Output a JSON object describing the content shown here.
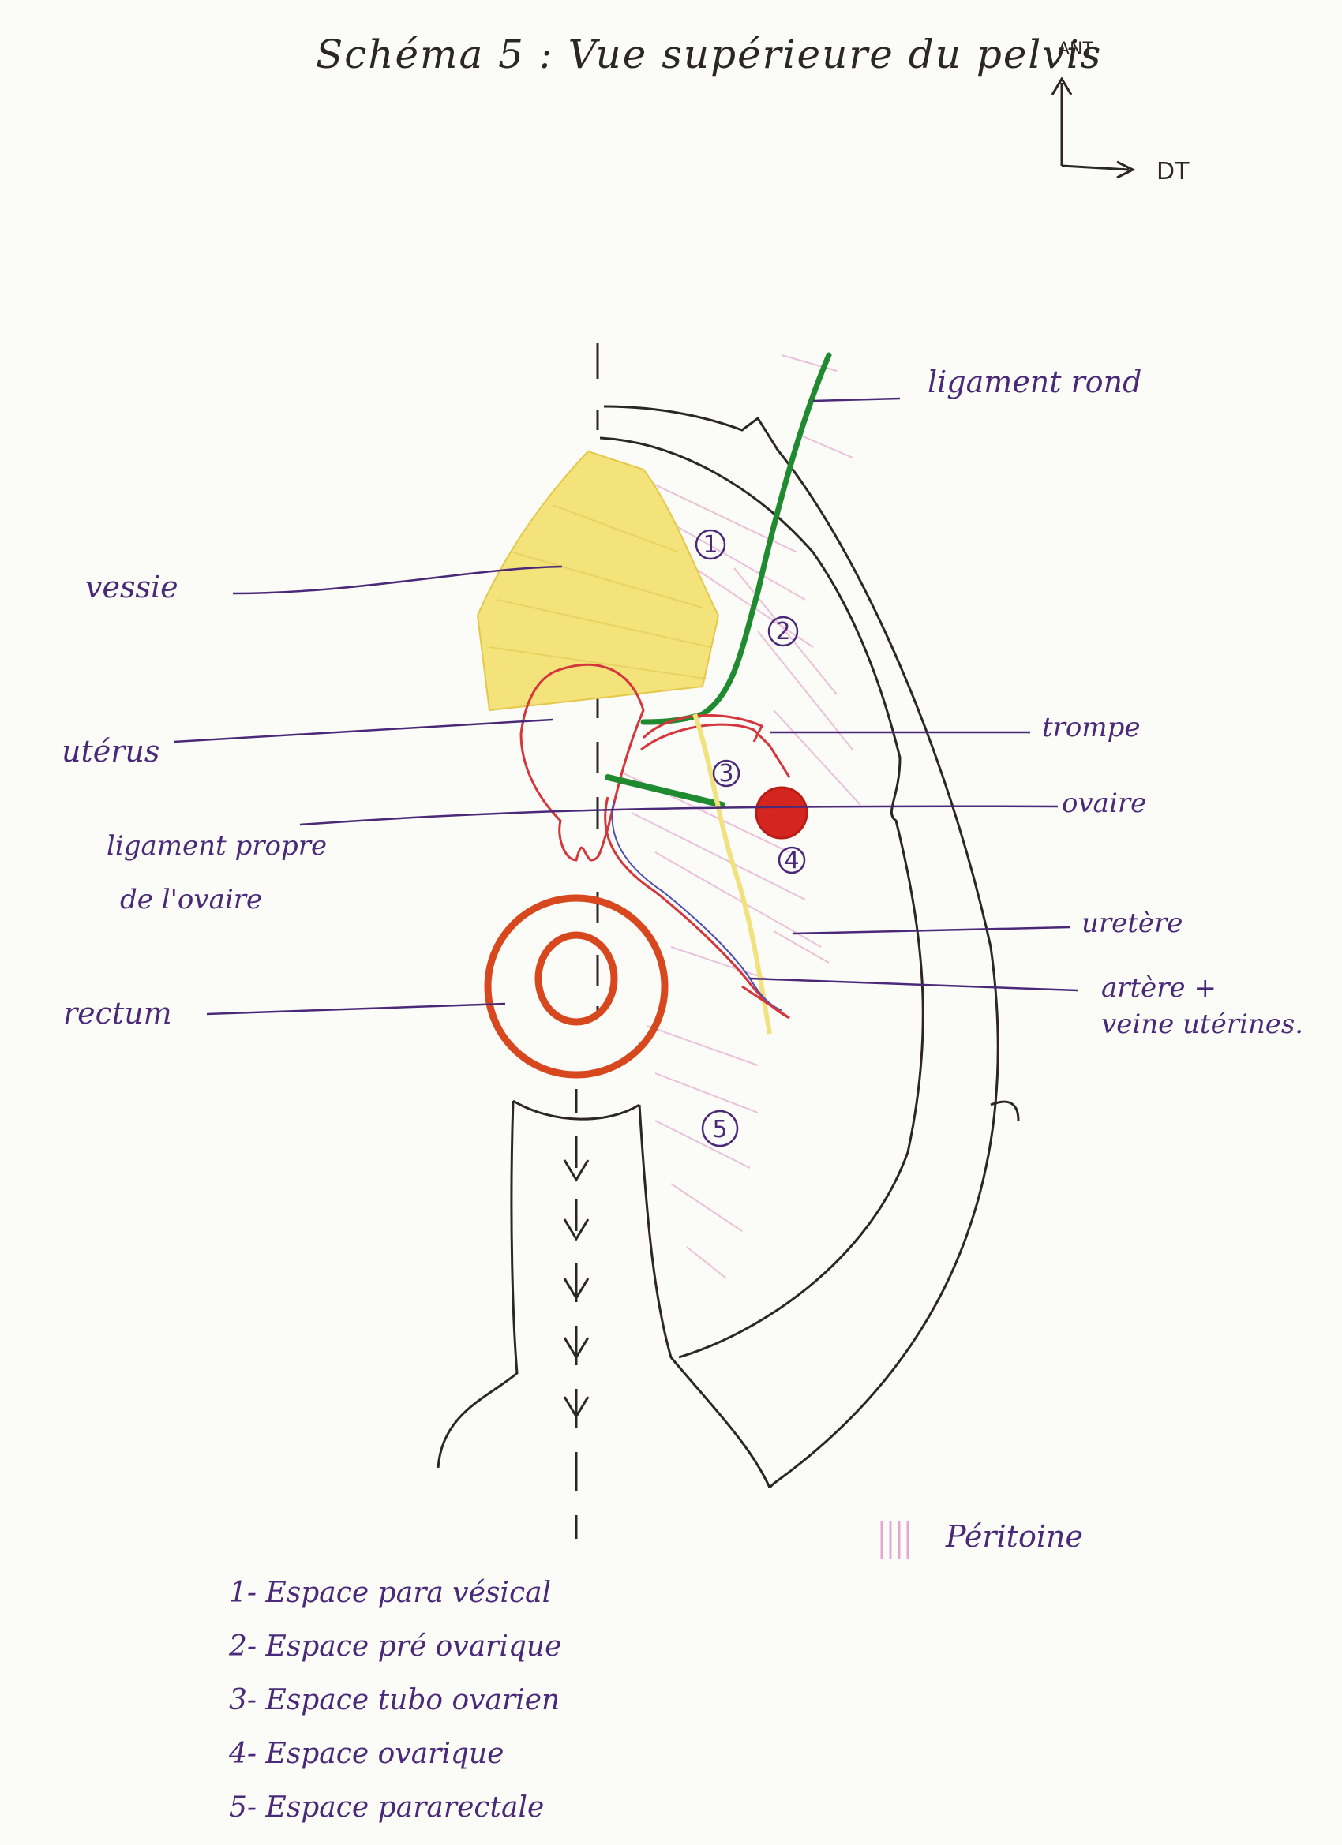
{
  "title": "Schéma 5 : Vue supérieure du pelvis",
  "orientation": {
    "up": "ANT",
    "right": "DT"
  },
  "labels": {
    "ligament_rond": "ligament rond",
    "vessie": "vessie",
    "uterus": "utérus",
    "trompe": "trompe",
    "ovaire": "ovaire",
    "ligament_propre_line1": "ligament propre",
    "ligament_propre_line2": "de l'ovaire",
    "uretere": "uretère",
    "artere_line1": "artère +",
    "artere_line2": "veine utérines.",
    "rectum": "rectum",
    "peritoine": "Péritoine"
  },
  "space_numbers": [
    "1",
    "2",
    "3",
    "4",
    "5"
  ],
  "legend_items": [
    "1- Espace para vésical",
    "2- Espace pré ovarique",
    "3- Espace tubo ovarien",
    "4- Espace ovarique",
    "5- Espace pararectale"
  ],
  "colors": {
    "pencil": "#2c2724",
    "label": "#4a2a78",
    "vessie": "#f4e27a",
    "red": "#d4363b",
    "rectum": "#d8481f",
    "ligament": "#1f8a2f",
    "ureter": "#f1e27f",
    "peritoine": "#e4a8cf"
  }
}
